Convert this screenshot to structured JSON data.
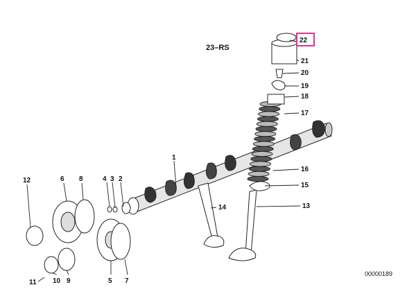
{
  "diagram": {
    "reference_label": "23–RS",
    "highlighted_part": "22",
    "drawing_code": "00000189",
    "highlight_color": "#e0338f",
    "parts": {
      "p1": "1",
      "p2": "2",
      "p3": "3",
      "p4": "4",
      "p5": "5",
      "p6": "6",
      "p7": "7",
      "p8": "8",
      "p9": "9",
      "p10": "10",
      "p11": "11",
      "p12": "12",
      "p13": "13",
      "p14": "14",
      "p15": "15",
      "p16": "16",
      "p17": "17",
      "p18": "18",
      "p19": "19",
      "p20": "20",
      "p21": "21"
    }
  }
}
